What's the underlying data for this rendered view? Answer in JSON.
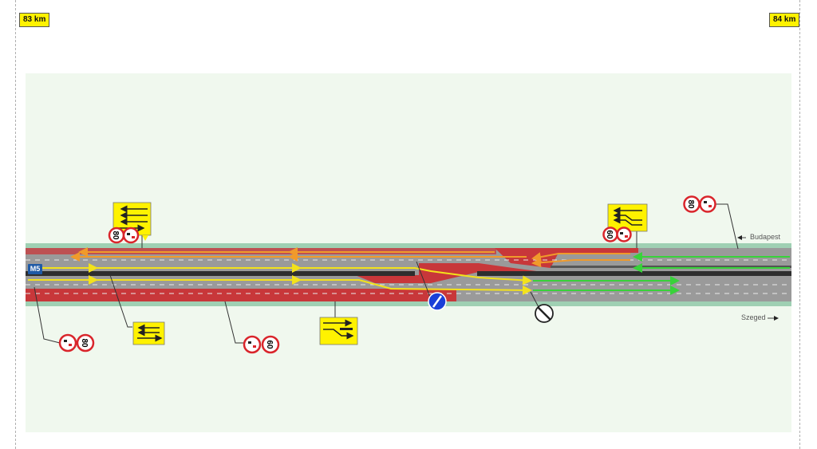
{
  "markers": {
    "start_km": "83 km",
    "end_km": "84 km"
  },
  "road": {
    "name": "M5"
  },
  "directions": {
    "to_budapest": "Budapest",
    "to_szeged": "Szeged"
  },
  "speed_limits": {
    "top_left_car": "80",
    "top_right_car": "60",
    "top_far_right": "80",
    "bottom_left": "80",
    "bottom_mid": "60"
  },
  "colors": {
    "shoulder": "#9fd0b3",
    "asphalt": "#9a9a9a",
    "closed_lane": "#c8373a",
    "median": "#2e2e2e",
    "lane_yellow": "#f3e21b",
    "lane_orange": "#f09a2b",
    "lane_green": "#38d23a",
    "sign_yellow": "#fff200",
    "blue_sign": "#1a3fd8"
  },
  "icons": [
    "lane-arrows-icon",
    "no-overtaking-icon",
    "keep-right-icon",
    "end-restriction-icon"
  ]
}
